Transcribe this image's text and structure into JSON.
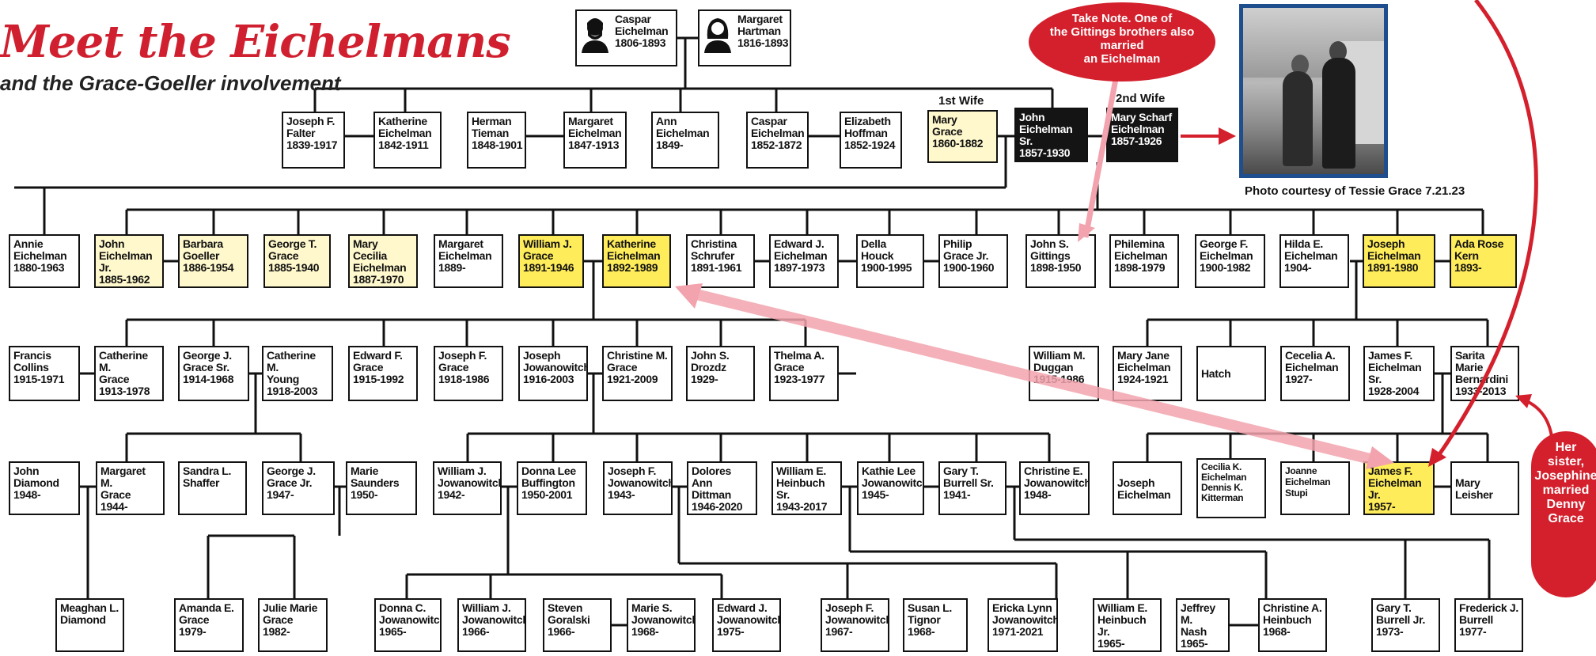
{
  "title": "Meet the Eichelmans",
  "subtitle": "and the Grace-Goeller involvement",
  "wife_labels": {
    "first": "1st Wife",
    "second": "2nd Wife"
  },
  "photo_caption": "Photo courtesy of Tessie Grace 7.21.23",
  "note_top": "Take Note. One of\nthe Gittings brothers also\nmarried\nan Eichelman",
  "note_side": "Her\nsister,\nJosephine\nmarried\nDenny\nGrace",
  "colors": {
    "accent_red": "#d3202c",
    "highlight_yellow": "#ffec5a",
    "pale_yellow": "#fff8cc",
    "photo_frame": "#1f4e8f"
  },
  "icons": {
    "male": "man-avatar-icon",
    "female": "woman-avatar-icon"
  },
  "people": {
    "caspar": {
      "name": "Caspar\nEichelman",
      "dates": "1806-1893"
    },
    "margaret_hartman": {
      "name": "Margaret\nHartman",
      "dates": "1816-1893"
    },
    "joseph_falter": {
      "name": "Joseph F.\nFalter",
      "dates": "1839-1917"
    },
    "katherine_e": {
      "name": "Katherine\nEichelman",
      "dates": "1842-1911"
    },
    "herman_tieman": {
      "name": "Herman\nTieman",
      "dates": "1848-1901"
    },
    "margaret_e": {
      "name": "Margaret\nEichelman",
      "dates": "1847-1913"
    },
    "ann_e": {
      "name": "Ann\nEichelman",
      "dates": "1849-"
    },
    "caspar_e": {
      "name": "Caspar\nEichelman",
      "dates": "1852-1872"
    },
    "elizabeth_hoffman": {
      "name": "Elizabeth\nHoffman",
      "dates": "1852-1924"
    },
    "mary_grace": {
      "name": "Mary\nGrace",
      "dates": "1860-1882"
    },
    "john_sr": {
      "name": "John\nEichelman Sr.",
      "dates": "1857-1930"
    },
    "mary_scharf": {
      "name": "Mary Scharf\nEichelman",
      "dates": "1857-1926"
    },
    "annie_e": {
      "name": "Annie\nEichelman",
      "dates": "1880-1963"
    },
    "john_jr": {
      "name": "John\nEichelman Jr.",
      "dates": "1885-1962"
    },
    "barbara_goeller": {
      "name": "Barbara\nGoeller",
      "dates": "1886-1954"
    },
    "george_t_grace": {
      "name": "George T.\nGrace",
      "dates": "1885-1940"
    },
    "mary_cecilia": {
      "name": "Mary Cecilia\nEichelman",
      "dates": "1887-1970"
    },
    "margaret_e2": {
      "name": "Margaret\nEichelman",
      "dates": "1889-"
    },
    "william_j_grace": {
      "name": "William J.\nGrace",
      "dates": "1891-1946"
    },
    "katherine_e2": {
      "name": "Katherine\nEichelman",
      "dates": "1892-1989"
    },
    "christina_schrufer": {
      "name": "Christina\nSchrufer",
      "dates": "1891-1961"
    },
    "edward_j_e": {
      "name": "Edward J.\nEichelman",
      "dates": "1897-1973"
    },
    "della_houck": {
      "name": "Della\nHouck",
      "dates": "1900-1995"
    },
    "philip_grace": {
      "name": "Philip\nGrace Jr.",
      "dates": "1900-1960"
    },
    "john_s_gittings": {
      "name": "John S.\nGittings",
      "dates": "1898-1950"
    },
    "philemina_e": {
      "name": "Philemina\nEichelman",
      "dates": "1898-1979"
    },
    "george_f_e": {
      "name": "George F.\nEichelman",
      "dates": "1900-1982"
    },
    "hilda_e": {
      "name": "Hilda E.\nEichelman",
      "dates": "1904-"
    },
    "joseph_e": {
      "name": "Joseph\nEichelman",
      "dates": "1891-1980"
    },
    "ada_rose_kern": {
      "name": "Ada Rose\nKern",
      "dates": "1893-"
    },
    "francis_collins": {
      "name": "Francis\nCollins",
      "dates": "1915-1971"
    },
    "catherine_m_grace": {
      "name": "Catherine M.\nGrace",
      "dates": "1913-1978"
    },
    "george_j_grace_sr": {
      "name": "George J.\nGrace Sr.",
      "dates": "1914-1968"
    },
    "catherine_m_young": {
      "name": "Catherine M.\nYoung",
      "dates": "1918-2003"
    },
    "edward_f_grace": {
      "name": "Edward F.\nGrace",
      "dates": "1915-1992"
    },
    "joseph_f_grace": {
      "name": "Joseph F.\nGrace",
      "dates": "1918-1986"
    },
    "joseph_jowanowitch": {
      "name": "Joseph\nJowanowitch",
      "dates": "1916-2003"
    },
    "christine_m_grace": {
      "name": "Christine M.\nGrace",
      "dates": "1921-2009"
    },
    "john_s_drozdz": {
      "name": "John S.\nDrozdz",
      "dates": "1929-"
    },
    "thelma_grace": {
      "name": "Thelma A.\nGrace",
      "dates": "1923-1977"
    },
    "william_duggan": {
      "name": "William M.\nDuggan",
      "dates": "1915-1986"
    },
    "mary_jane_e": {
      "name": "Mary Jane\nEichelman",
      "dates": "1924-1921"
    },
    "hatch": {
      "name": "Hatch",
      "dates": ""
    },
    "cecelia_a_e": {
      "name": "Cecelia A.\nEichelman",
      "dates": "1927-"
    },
    "james_f_sr": {
      "name": "James F.\nEichelman Sr.",
      "dates": "1928-2004"
    },
    "sarita_bernardini": {
      "name": "Sarita Marie\nBernardini",
      "dates": "1933-2013"
    },
    "john_diamond": {
      "name": "John\nDiamond",
      "dates": "1948-"
    },
    "margaret_m_grace": {
      "name": "Margaret M.\nGrace",
      "dates": "1944-"
    },
    "sandra_shaffer": {
      "name": "Sandra L.\nShaffer",
      "dates": ""
    },
    "george_j_grace_jr": {
      "name": "George J.\nGrace Jr.",
      "dates": "1947-"
    },
    "marie_saunders": {
      "name": "Marie\nSaunders",
      "dates": "1950-"
    },
    "william_j_jow": {
      "name": "William J.\nJowanowitch",
      "dates": "1942-"
    },
    "donna_buffington": {
      "name": "Donna Lee\nBuffington",
      "dates": "1950-2001"
    },
    "joseph_f_jow": {
      "name": "Joseph F.\nJowanowitch",
      "dates": "1943-"
    },
    "dolores_dittman": {
      "name": "Dolores Ann\nDittman",
      "dates": "1946-2020"
    },
    "william_e_heinbuch_sr": {
      "name": "William E.\nHeinbuch Sr.",
      "dates": "1943-2017"
    },
    "kathie_jow": {
      "name": "Kathie Lee\nJowanowitch",
      "dates": "1945-"
    },
    "gary_burrell_sr": {
      "name": "Gary T.\nBurrell Sr.",
      "dates": "1941-"
    },
    "christine_e_jow": {
      "name": "Christine E.\nJowanowitch",
      "dates": "1948-"
    },
    "joseph_e2": {
      "name": "Joseph\nEichelman",
      "dates": ""
    },
    "cecilia_k": {
      "name": "Cecilia K.\nEichelman\nDennis K.\nKitterman",
      "dates": ""
    },
    "joanne": {
      "name": "Joanne\nEichelman\nStupi",
      "dates": ""
    },
    "james_f_jr": {
      "name": "James F.\nEichelman Jr.",
      "dates": "1957-"
    },
    "mary_leisher": {
      "name": "Mary\nLeisher",
      "dates": ""
    },
    "meaghan_diamond": {
      "name": "Meaghan L.\nDiamond",
      "dates": ""
    },
    "amanda_grace": {
      "name": "Amanda E.\nGrace",
      "dates": "1979-"
    },
    "julie_grace": {
      "name": "Julie Marie\nGrace",
      "dates": "1982-"
    },
    "donna_c_jow": {
      "name": "Donna C.\nJowanowitch",
      "dates": "1965-"
    },
    "william_j_jow2": {
      "name": "William J.\nJowanowitch",
      "dates": "1966-"
    },
    "steven_goralski": {
      "name": "Steven\nGoralski",
      "dates": "1966-"
    },
    "marie_s_jow": {
      "name": "Marie S.\nJowanowitch",
      "dates": "1968-"
    },
    "edward_j_jow": {
      "name": "Edward J.\nJowanowitch",
      "dates": "1975-"
    },
    "joseph_f_jow2": {
      "name": "Joseph F.\nJowanowitch",
      "dates": "1967-"
    },
    "susan_tignor": {
      "name": "Susan L.\nTignor",
      "dates": "1968-"
    },
    "ericka_jow": {
      "name": "Ericka Lynn\nJowanowitch",
      "dates": "1971-2021"
    },
    "william_heinbuch_jr": {
      "name": "William E.\nHeinbuch Jr.",
      "dates": "1965-"
    },
    "jeffrey_nash": {
      "name": "Jeffrey M.\nNash",
      "dates": "1965-"
    },
    "christine_heinbuch": {
      "name": "Christine A.\nHeinbuch",
      "dates": "1968-"
    },
    "gary_burrell_jr": {
      "name": "Gary T.\nBurrell Jr.",
      "dates": "1973-"
    },
    "frederick_burrell": {
      "name": "Frederick J.\nBurrell",
      "dates": "1977-"
    }
  }
}
